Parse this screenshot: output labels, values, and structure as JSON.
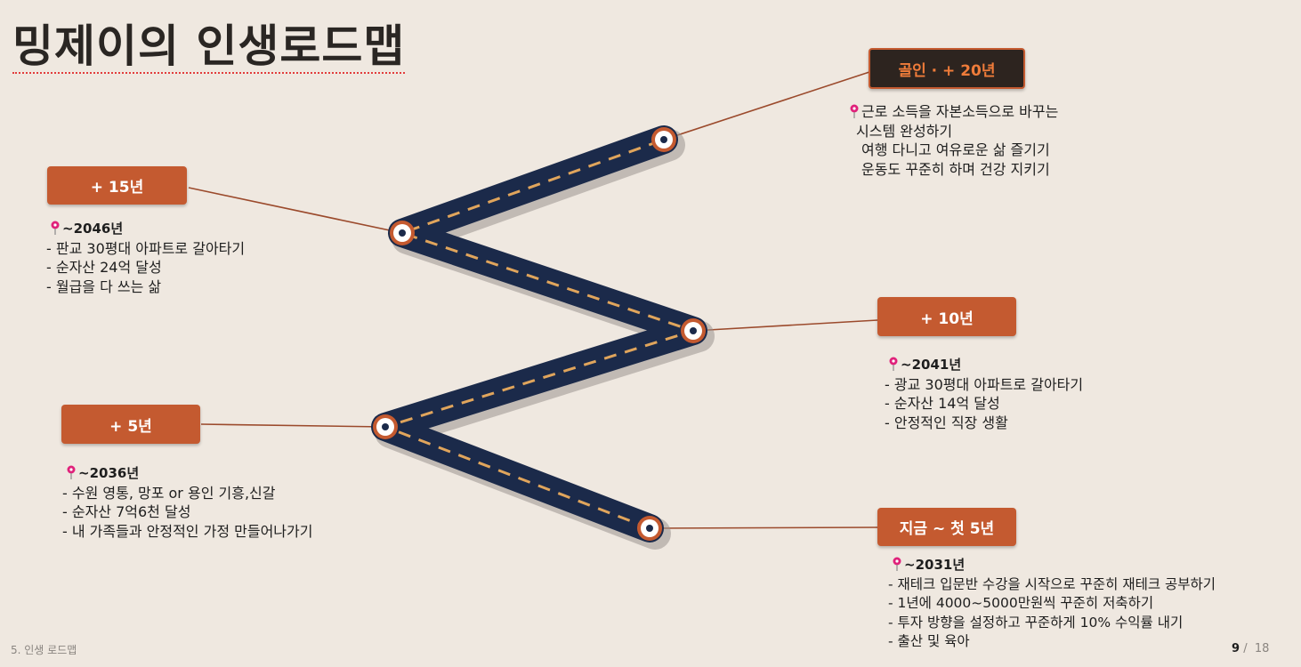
{
  "slide": {
    "title": "밍제이의 인생로드맵",
    "footer_label": "5. 인생 로드맵",
    "page_current": "9",
    "page_sep": "/",
    "page_total": "18"
  },
  "colors": {
    "background": "#efe8e0",
    "box": "#c45a30",
    "box_dark": "#2d241f",
    "road": "#1b2a4a",
    "dash": "#e0a55c",
    "connector": "#9b4a2c",
    "pin": "#e0217a"
  },
  "milestones": {
    "goal": {
      "label": "골인 · + 20년",
      "lines": [
        "근로 소득을 자본소득으로 바꾸는",
        "시스템 완성하기",
        "여행 다니고 여유로운 삶 즐기기",
        "운동도 꾸준히 하며 건강 지키기"
      ]
    },
    "y15": {
      "label": "+ 15년",
      "year": "~2046년",
      "lines": [
        "- 판교 30평대 아파트로 갈아타기",
        "- 순자산 24억 달성",
        "- 월급을 다 쓰는 삶"
      ]
    },
    "y10": {
      "label": "+ 10년",
      "year": "~2041년",
      "lines": [
        "- 광교 30평대 아파트로 갈아타기",
        "- 순자산 14억 달성",
        "- 안정적인 직장 생활"
      ]
    },
    "y5": {
      "label": "+ 5년",
      "year": "~2036년",
      "lines": [
        "- 수원 영통, 망포 or 용인 기흥,신갈",
        "- 순자산 7억6천 달성",
        "- 내 가족들과 안정적인 가정 만들어나가기"
      ]
    },
    "now": {
      "label": "지금 ~ 첫 5년",
      "year": "~2031년",
      "lines": [
        "-   재테크 입문반 수강을 시작으로 꾸준히 재테크 공부하기",
        "-   1년에 4000~5000만원씩 꾸준히 저축하기",
        "-   투자 방향을 설정하고 꾸준하게 10% 수익률 내기",
        "-   출산 및 육아"
      ]
    }
  },
  "icons": {
    "pin": "map-pin-icon",
    "waypoint": "waypoint-dot-icon"
  }
}
